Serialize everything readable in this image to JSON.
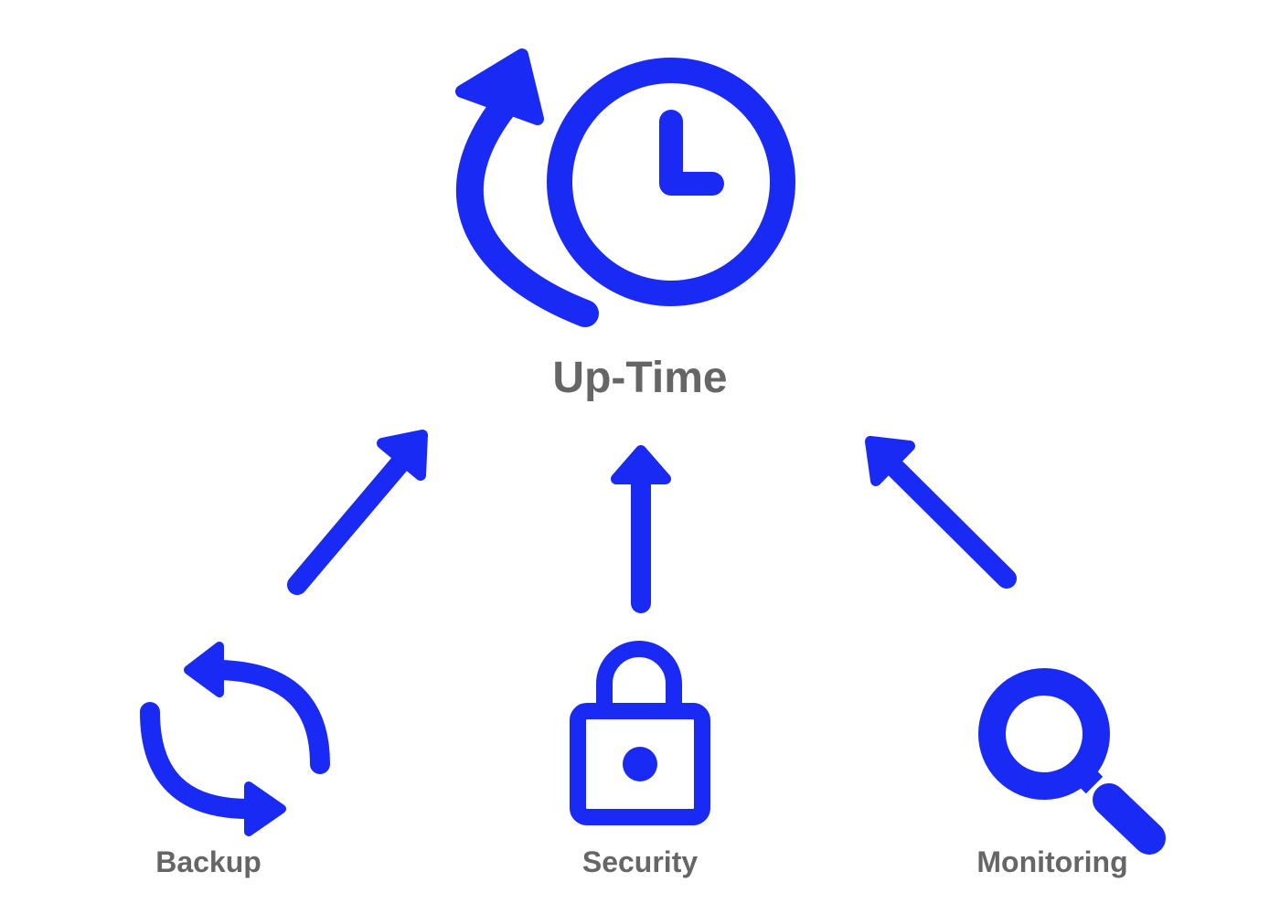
{
  "diagram": {
    "main_label": "Up-Time",
    "nodes": [
      {
        "label": "Backup",
        "icon": "refresh-icon"
      },
      {
        "label": "Security",
        "icon": "lock-icon"
      },
      {
        "label": "Monitoring",
        "icon": "magnifier-icon"
      }
    ],
    "main_icon": "clock-restore-icon",
    "colors": {
      "accent": "#1a2af5",
      "label": "#666666",
      "background": "#ffffff"
    }
  }
}
